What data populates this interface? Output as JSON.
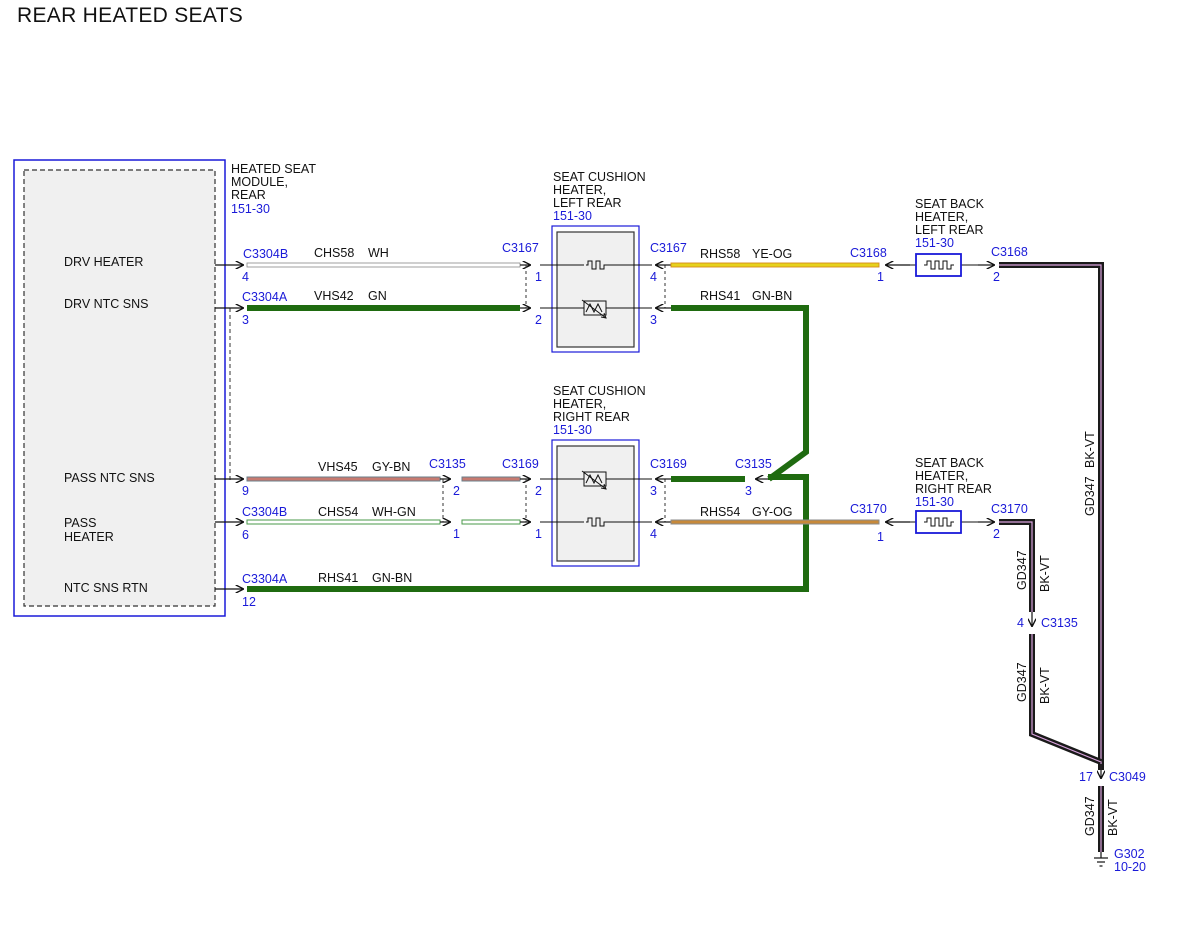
{
  "title": "REAR HEATED SEATS",
  "module": {
    "name_lines": [
      "HEATED SEAT",
      "MODULE,",
      "REAR"
    ],
    "ref": "151-30",
    "pins": [
      "DRV HEATER",
      "DRV NTC SNS",
      "PASS NTC SNS",
      "PASS",
      "HEATER",
      "NTC SNS RTN"
    ]
  },
  "components": {
    "cushion_left": {
      "lines": [
        "SEAT CUSHION",
        "HEATER,",
        "LEFT REAR"
      ],
      "ref": "151-30"
    },
    "cushion_right": {
      "lines": [
        "SEAT CUSHION",
        "HEATER,",
        "RIGHT REAR"
      ],
      "ref": "151-30"
    },
    "back_left": {
      "lines": [
        "SEAT BACK",
        "HEATER,",
        "LEFT REAR"
      ],
      "ref": "151-30"
    },
    "back_right": {
      "lines": [
        "SEAT BACK",
        "HEATER,",
        "RIGHT REAR"
      ],
      "ref": "151-30"
    }
  },
  "wires": {
    "chs58": {
      "circuit": "CHS58",
      "color": "WH"
    },
    "vhs42": {
      "circuit": "VHS42",
      "color": "GN"
    },
    "vhs45": {
      "circuit": "VHS45",
      "color": "GY-BN"
    },
    "chs54": {
      "circuit": "CHS54",
      "color": "WH-GN"
    },
    "rhs41_bottom": {
      "circuit": "RHS41",
      "color": "GN-BN"
    },
    "rhs58": {
      "circuit": "RHS58",
      "color": "YE-OG"
    },
    "rhs41_top": {
      "circuit": "RHS41",
      "color": "GN-BN"
    },
    "rhs54": {
      "circuit": "RHS54",
      "color": "GY-OG"
    },
    "gd347_a": {
      "circuit": "GD347",
      "color": "BK-VT"
    },
    "gd347_b": {
      "circuit": "GD347",
      "color": "BK-VT"
    },
    "gd347_c": {
      "circuit": "GD347",
      "color": "BK-VT"
    },
    "gd347_d": {
      "circuit": "GD347",
      "color": "BK-VT"
    }
  },
  "connectors": {
    "c3304b_top": {
      "name": "C3304B",
      "pin": "4"
    },
    "c3304a_top": {
      "name": "C3304A",
      "pin": "3"
    },
    "pass_ntc_pin": {
      "pin": "9"
    },
    "c3304b_bot": {
      "name": "C3304B",
      "pin": "6"
    },
    "c3304a_bot": {
      "name": "C3304A",
      "pin": "12"
    },
    "c3167_in": {
      "name": "C3167",
      "pins": [
        "1",
        "2"
      ]
    },
    "c3167_out": {
      "name": "C3167",
      "pins": [
        "4",
        "3"
      ]
    },
    "c3135_in": {
      "name": "C3135",
      "pins": [
        "2",
        "1"
      ]
    },
    "c3169_in": {
      "name": "C3169",
      "pins": [
        "2",
        "1"
      ]
    },
    "c3169_out": {
      "name": "C3169",
      "pins": [
        "3",
        "4"
      ]
    },
    "c3135_mid": {
      "name": "C3135",
      "pin": "3"
    },
    "c3168_in": {
      "name": "C3168",
      "pin": "1"
    },
    "c3168_out": {
      "name": "C3168",
      "pin": "2"
    },
    "c3170_in": {
      "name": "C3170",
      "pin": "1"
    },
    "c3170_out": {
      "name": "C3170",
      "pin": "2"
    },
    "c3135_gnd": {
      "name": "C3135",
      "pin": "4"
    },
    "c3049": {
      "name": "C3049",
      "pin": "17"
    },
    "g302": {
      "name": "G302",
      "ref": "10-20"
    }
  },
  "colors": {
    "blue": "#1a1ad8",
    "green": "#1f6b10",
    "yellow": "#e6d21c",
    "bk_vt": "#1a1a1a",
    "vt": "#d9a2dd"
  }
}
